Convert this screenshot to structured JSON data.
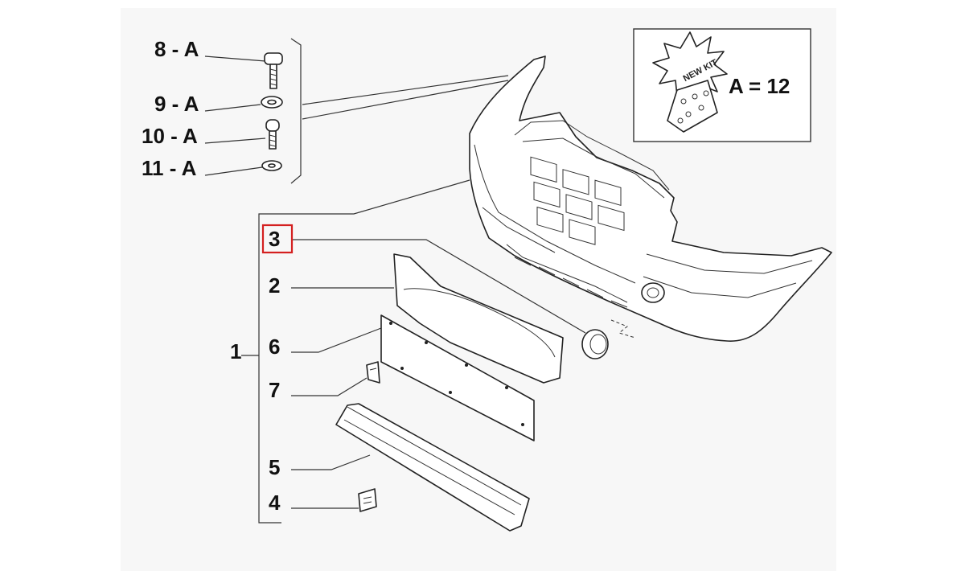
{
  "diagram": {
    "callouts": {
      "c8": "8 - A",
      "c9": "9 - A",
      "c10": "10 - A",
      "c11": "11 - A",
      "c3": "3",
      "c2": "2",
      "c6": "6",
      "c7": "7",
      "c5": "5",
      "c4": "4",
      "c1": "1"
    },
    "kit": {
      "badge_text": "NEW KIT",
      "quantity_label": "A = 12"
    },
    "highlighted_callout": "3",
    "highlight_color": "#d42020"
  }
}
